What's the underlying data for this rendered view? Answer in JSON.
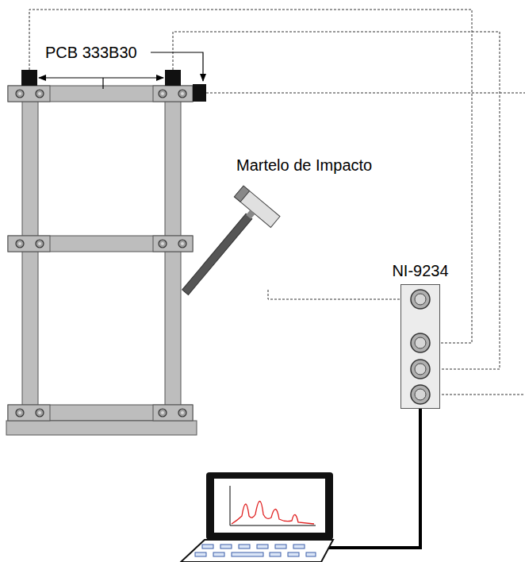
{
  "diagram": {
    "nodes": [
      {
        "text": [
          "NI-9234"
        ]
      }
    ],
    "labels": [
      "PCB 333B30",
      "Martelo de Impacto"
    ]
  }
}
